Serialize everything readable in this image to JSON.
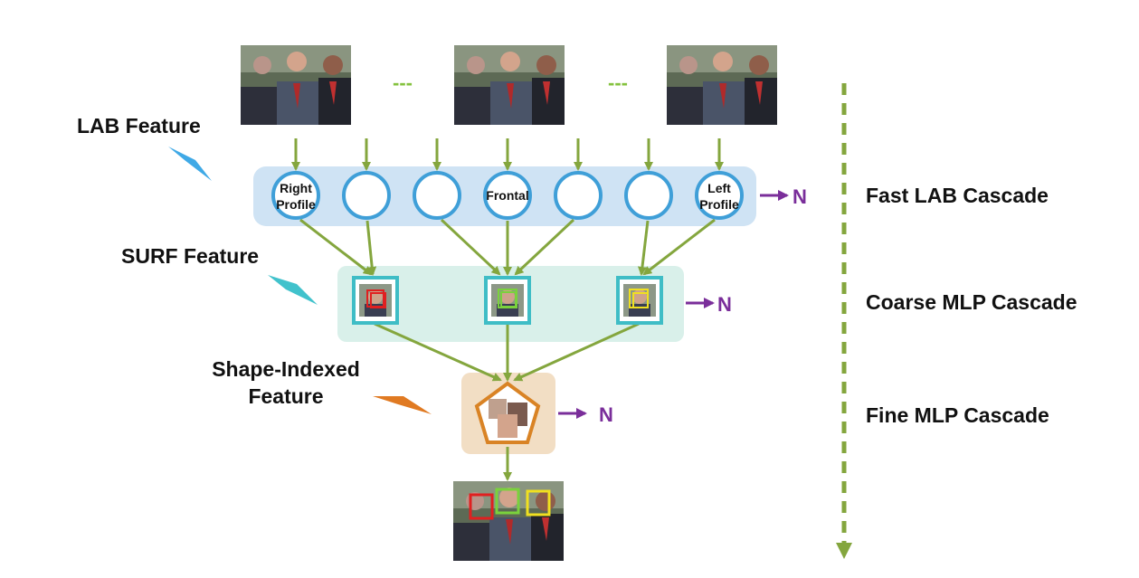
{
  "feature_labels": {
    "lab": "LAB Feature",
    "surf": "SURF Feature",
    "shape_line1": "Shape-Indexed",
    "shape_line2": "Feature"
  },
  "stage_labels": {
    "fast": "Fast LAB Cascade",
    "coarse": "Coarse MLP Cascade",
    "fine": "Fine MLP Cascade"
  },
  "reject_label": "N",
  "dash_separator": "---",
  "lab_nodes": {
    "right_profile_line1": "Right",
    "right_profile_line2": "Profile",
    "frontal": "Frontal",
    "left_profile_line1": "Left",
    "left_profile_line2": "Profile"
  },
  "colors": {
    "arrow_green": "#84a63e",
    "reject_purple": "#7a2e9a",
    "lab_panel": "#cfe3f4",
    "lab_circle": "#3f9fd8",
    "surf_panel": "#d9f0ea",
    "surf_box": "#3fbdc6",
    "shape_panel": "#f2dec4",
    "shape_pentagon": "#d98325",
    "lab_pointer": "#3fa9e6",
    "surf_pointer": "#41c2cc",
    "shape_pointer": "#e07a22",
    "box_red": "#e02020",
    "box_green": "#7ad23c",
    "box_yellow": "#f0e020"
  }
}
